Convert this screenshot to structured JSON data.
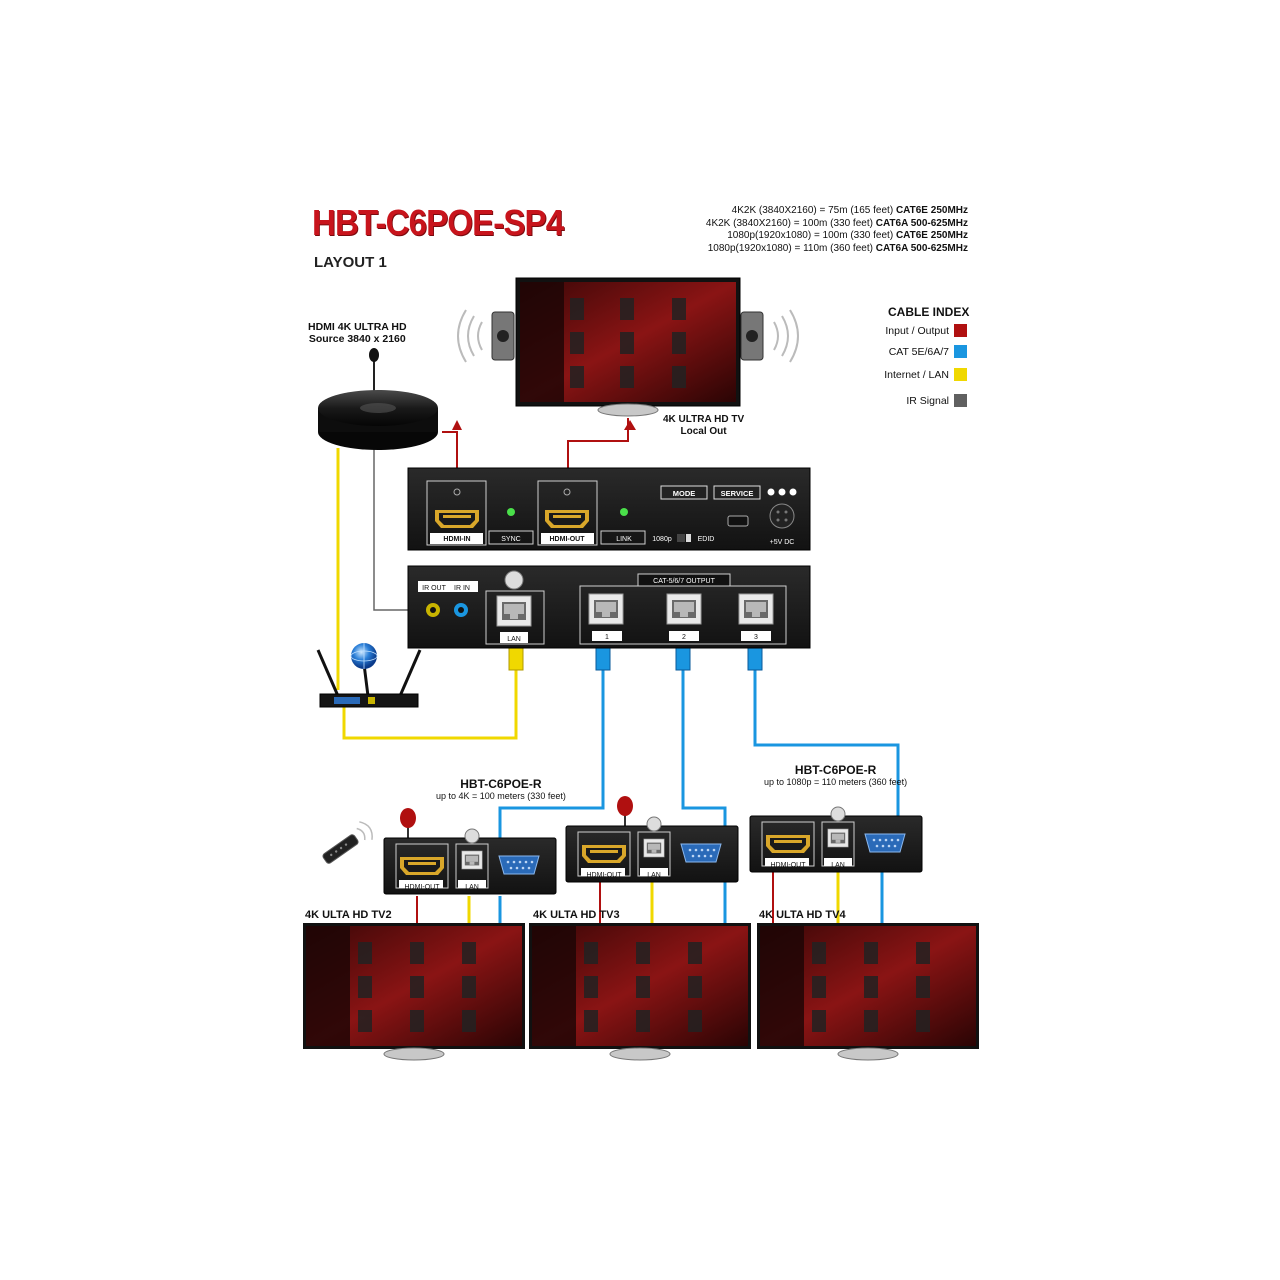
{
  "title": "HBT-C6POE-SP4",
  "subtitle": "LAYOUT 1",
  "specs": [
    {
      "res": "4K2K (3840X2160) = 75m (165 feet)",
      "cable": "CAT6E 250MHz"
    },
    {
      "res": "4K2K (3840X2160) = 100m (330 feet)",
      "cable": "CAT6A 500-625MHz"
    },
    {
      "res": "1080p(1920x1080) = 100m (330 feet)",
      "cable": "CAT6E 250MHz"
    },
    {
      "res": "1080p(1920x1080) = 110m (360 feet)",
      "cable": "CAT6A 500-625MHz"
    }
  ],
  "legend": {
    "title": "CABLE INDEX",
    "items": [
      {
        "label": "Input / Output",
        "color": "#b01010"
      },
      {
        "label": "CAT 5E/6A/7",
        "color": "#1a96e0"
      },
      {
        "label": "Internet / LAN",
        "color": "#f0d800"
      },
      {
        "label": "IR Signal",
        "color": "#606060"
      }
    ]
  },
  "source": {
    "line1": "HDMI 4K ULTRA HD",
    "line2": "Source 3840 x 2160"
  },
  "local_tv": {
    "line1": "4K ULTRA HD TV",
    "line2": "Local Out"
  },
  "transmitter_front": {
    "hdmi_in": "HDMI-IN",
    "sync": "SYNC",
    "hdmi_out": "HDMI-OUT",
    "link": "LINK",
    "mode_button": "MODE",
    "service_button": "SERVICE",
    "res_left": "1080p",
    "res_right": "EDID",
    "power": "+5V DC"
  },
  "transmitter_back": {
    "ir_out": "IR OUT",
    "ir_in": "IR IN",
    "lan": "LAN",
    "output_group": "CAT-5/6/7 OUTPUT",
    "ports": [
      "1",
      "2",
      "3"
    ]
  },
  "receiver_left": {
    "name": "HBT-C6POE-R",
    "desc": "up to 4K = 100 meters (330 feet)"
  },
  "receiver_right": {
    "name": "HBT-C6POE-R",
    "desc": "up to 1080p = 110 meters (360 feet)"
  },
  "receiver_ports": {
    "hdmi_out": "HDMI-OUT",
    "lan": "LAN"
  },
  "tvs": [
    "4K ULTA HD TV2",
    "4K ULTA HD TV3",
    "4K ULTA HD TV4"
  ]
}
